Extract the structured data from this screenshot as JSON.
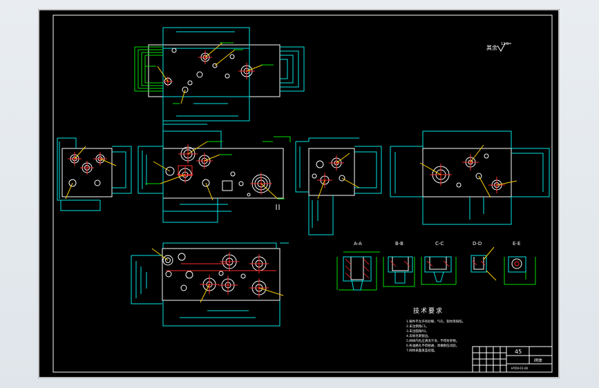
{
  "drawing": {
    "roughness_symbol": "其余",
    "roughness_value": "12.5"
  },
  "section_labels": [
    "A-A",
    "B-B",
    "C-C",
    "D-D",
    "E-E"
  ],
  "tech_requirements": {
    "title": "技术要求",
    "lines": [
      "1.铸件不允许有砂眼、气孔、裂纹等缺陷。",
      "2.未注倒角C1。",
      "3.未注圆角R2。",
      "4.去除毛刺锐边。",
      "5.阀体内孔应清洗干净，不得有杂物。",
      "6.各油路孔不得相通，须做耐压试验。",
      "7.阀体表面发蓝处理。"
    ]
  },
  "title_block": {
    "material": "45",
    "part_name": "阀体",
    "drawing_no": "HYDV-01-00"
  },
  "colors": {
    "background": "#000000",
    "frame": "#ffffff",
    "geometry": "#00e6e6",
    "dimension": "#00e000",
    "centerline": "#ff2a2a",
    "leader": "#ffd000"
  }
}
